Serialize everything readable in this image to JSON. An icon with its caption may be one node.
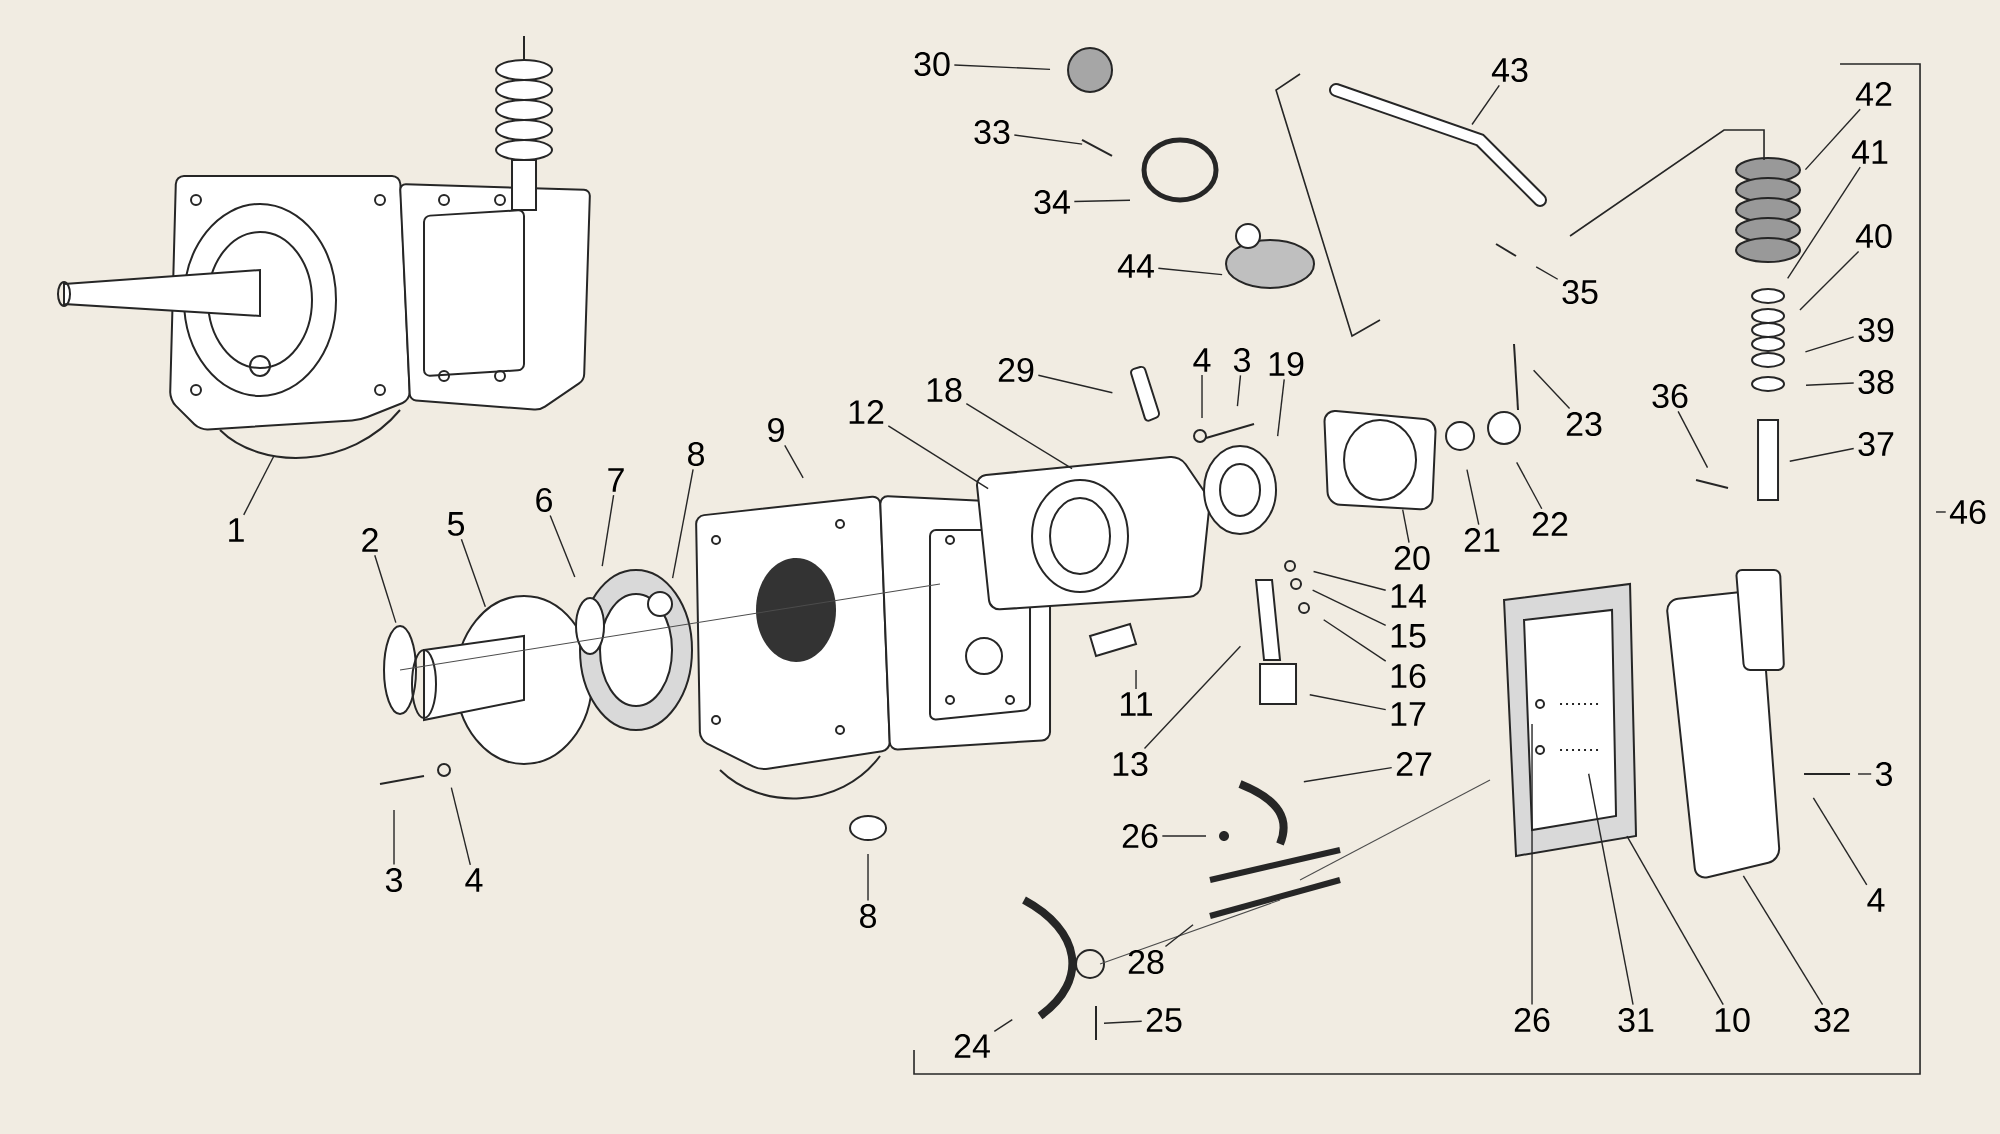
{
  "diagram": {
    "nodes": [
      {
        "text": [
          "30"
        ]
      },
      {
        "text": [
          "43"
        ]
      },
      {
        "text": [
          "42"
        ]
      },
      {
        "text": [
          "33"
        ]
      },
      {
        "text": [
          "41"
        ]
      },
      {
        "text": [
          "34"
        ]
      },
      {
        "text": [
          "40"
        ]
      },
      {
        "text": [
          "44"
        ]
      },
      {
        "text": [
          "35"
        ]
      },
      {
        "text": [
          "39"
        ]
      },
      {
        "text": [
          "4"
        ]
      },
      {
        "text": [
          "3"
        ]
      },
      {
        "text": [
          "19"
        ]
      },
      {
        "text": [
          "29"
        ]
      },
      {
        "text": [
          "38"
        ]
      },
      {
        "text": [
          "18"
        ]
      },
      {
        "text": [
          "36"
        ]
      },
      {
        "text": [
          "12"
        ]
      },
      {
        "text": [
          "23"
        ]
      },
      {
        "text": [
          "9"
        ]
      },
      {
        "text": [
          "37"
        ]
      },
      {
        "text": [
          "8"
        ]
      },
      {
        "text": [
          "7"
        ]
      },
      {
        "text": [
          "6"
        ]
      },
      {
        "text": [
          "46"
        ]
      },
      {
        "text": [
          "5"
        ]
      },
      {
        "text": [
          "22"
        ]
      },
      {
        "text": [
          "1"
        ]
      },
      {
        "text": [
          "2"
        ]
      },
      {
        "text": [
          "21"
        ]
      },
      {
        "text": [
          "20"
        ]
      },
      {
        "text": [
          "14"
        ]
      },
      {
        "text": [
          "15"
        ]
      },
      {
        "text": [
          "16"
        ]
      },
      {
        "text": [
          "11"
        ]
      },
      {
        "text": [
          "17"
        ]
      },
      {
        "text": [
          "13"
        ]
      },
      {
        "text": [
          "27"
        ]
      },
      {
        "text": [
          "3"
        ]
      },
      {
        "text": [
          "26"
        ]
      },
      {
        "text": [
          "3"
        ]
      },
      {
        "text": [
          "4"
        ]
      },
      {
        "text": [
          "4"
        ]
      },
      {
        "text": [
          "8"
        ]
      },
      {
        "text": [
          "28"
        ]
      },
      {
        "text": [
          "26"
        ]
      },
      {
        "text": [
          "31"
        ]
      },
      {
        "text": [
          "10"
        ]
      },
      {
        "text": [
          "32"
        ]
      },
      {
        "text": [
          "25"
        ]
      },
      {
        "text": [
          "24"
        ]
      }
    ],
    "edges": [
      {
        "from": 0,
        "to": null,
        "arrow": "none"
      },
      {
        "from": 1,
        "to": null,
        "arrow": "none"
      },
      {
        "from": 2,
        "to": null,
        "arrow": "none"
      },
      {
        "from": 3,
        "to": null,
        "arrow": "none"
      },
      {
        "from": 4,
        "to": null,
        "arrow": "none"
      },
      {
        "from": 5,
        "to": null,
        "arrow": "none"
      },
      {
        "from": 6,
        "to": null,
        "arrow": "none"
      },
      {
        "from": 7,
        "to": null,
        "arrow": "none"
      },
      {
        "from": 8,
        "to": null,
        "arrow": "none"
      },
      {
        "from": 9,
        "to": null,
        "arrow": "none"
      },
      {
        "from": 10,
        "to": null,
        "arrow": "none"
      },
      {
        "from": 11,
        "to": null,
        "arrow": "none"
      },
      {
        "from": 12,
        "to": null,
        "arrow": "none"
      },
      {
        "from": 13,
        "to": null,
        "arrow": "none"
      },
      {
        "from": 14,
        "to": null,
        "arrow": "none"
      },
      {
        "from": 15,
        "to": null,
        "arrow": "none"
      },
      {
        "from": 16,
        "to": null,
        "arrow": "none"
      },
      {
        "from": 17,
        "to": null,
        "arrow": "none"
      },
      {
        "from": 18,
        "to": null,
        "arrow": "none"
      },
      {
        "from": 19,
        "to": null,
        "arrow": "none"
      },
      {
        "from": 20,
        "to": null,
        "arrow": "none"
      },
      {
        "from": 21,
        "to": null,
        "arrow": "none"
      },
      {
        "from": 22,
        "to": null,
        "arrow": "none"
      },
      {
        "from": 23,
        "to": null,
        "arrow": "none"
      },
      {
        "from": 24,
        "to": null,
        "arrow": "none"
      },
      {
        "from": 25,
        "to": null,
        "arrow": "none"
      },
      {
        "from": 26,
        "to": null,
        "arrow": "none"
      },
      {
        "from": 27,
        "to": null,
        "arrow": "none"
      },
      {
        "from": 28,
        "to": null,
        "arrow": "none"
      },
      {
        "from": 29,
        "to": null,
        "arrow": "none"
      },
      {
        "from": 30,
        "to": null,
        "arrow": "none"
      },
      {
        "from": 31,
        "to": null,
        "arrow": "none"
      },
      {
        "from": 32,
        "to": null,
        "arrow": "none"
      },
      {
        "from": 33,
        "to": null,
        "arrow": "none"
      },
      {
        "from": 34,
        "to": null,
        "arrow": "none"
      },
      {
        "from": 35,
        "to": null,
        "arrow": "none"
      },
      {
        "from": 36,
        "to": null,
        "arrow": "none"
      },
      {
        "from": 37,
        "to": null,
        "arrow": "none"
      },
      {
        "from": 38,
        "to": null,
        "arrow": "none"
      },
      {
        "from": 39,
        "to": null,
        "arrow": "none"
      },
      {
        "from": 40,
        "to": null,
        "arrow": "none"
      },
      {
        "from": 41,
        "to": null,
        "arrow": "none"
      },
      {
        "from": 42,
        "to": null,
        "arrow": "none"
      },
      {
        "from": 43,
        "to": null,
        "arrow": "none"
      },
      {
        "from": 44,
        "to": null,
        "arrow": "none"
      },
      {
        "from": 45,
        "to": null,
        "arrow": "none"
      },
      {
        "from": 46,
        "to": null,
        "arrow": "none"
      },
      {
        "from": 47,
        "to": null,
        "arrow": "none"
      },
      {
        "from": 48,
        "to": null,
        "arrow": "none"
      },
      {
        "from": 49,
        "to": null,
        "arrow": "none"
      },
      {
        "from": 50,
        "to": null,
        "arrow": "none"
      }
    ]
  }
}
